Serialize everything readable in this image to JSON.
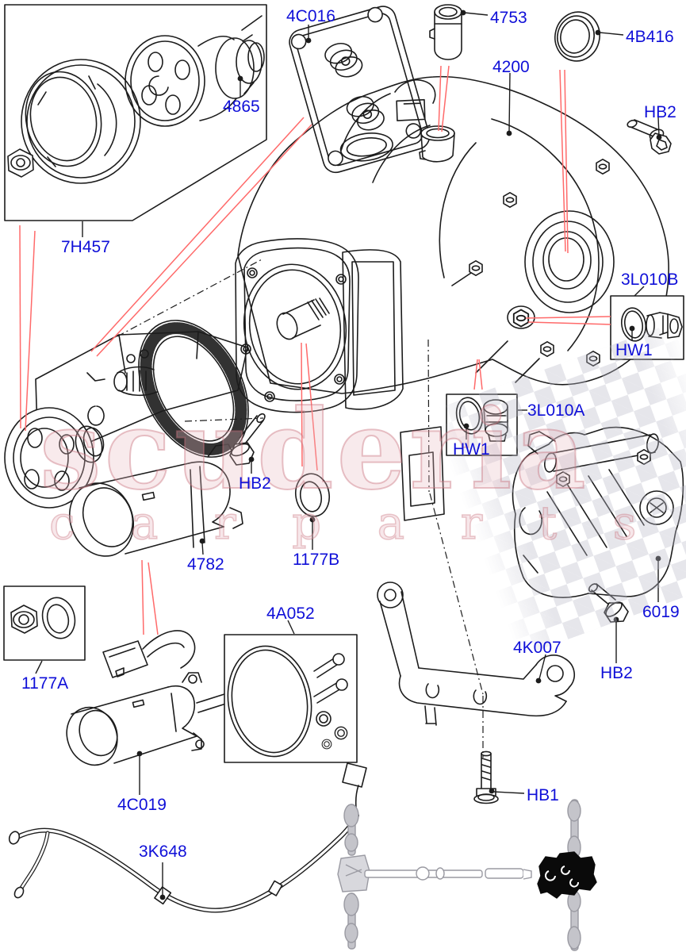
{
  "diagram_title": "Rear axle / differential exploded parts diagram",
  "watermark": {
    "row1": "scuderia",
    "row2": "c a r   p a r t s"
  },
  "colors": {
    "label": "#0f0fd8",
    "leader_red": "#ff6a6a",
    "line": "#1c1c1c",
    "watermark_pink": "#c9707c",
    "schematic_gray": "#9a9aa2",
    "highlight_black": "#0a0a0a"
  },
  "labels": {
    "l_4c016": "4C016",
    "l_4753": "4753",
    "l_4b416": "4B416",
    "l_4200": "4200",
    "l_hb2_top": "HB2",
    "l_7h457": "7H457",
    "l_4865": "4865",
    "l_3l010b": "3L010B",
    "l_hw1_b": "HW1",
    "l_3l010a": "3L010A",
    "l_hw1_a": "HW1",
    "l_hb2_mid": "HB2",
    "l_1177b": "1177B",
    "l_4782": "4782",
    "l_6019": "6019",
    "l_1177a": "1177A",
    "l_4a052": "4A052",
    "l_4k007": "4K007",
    "l_hb2_low": "HB2",
    "l_4c019": "4C019",
    "l_hb1": "HB1",
    "l_3k648": "3K648"
  }
}
